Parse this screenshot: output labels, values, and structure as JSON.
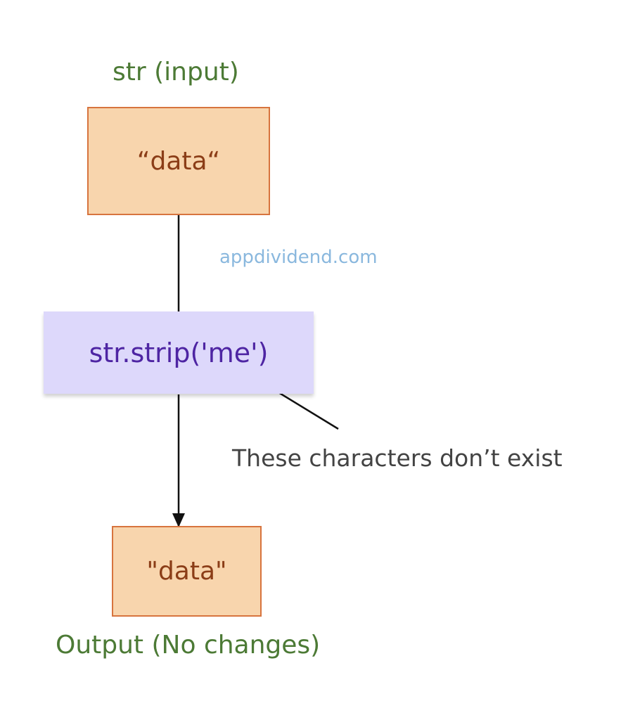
{
  "diagram": {
    "input_label": "str (input)",
    "input_box_text": "“data“",
    "watermark": "appdividend.com",
    "operation_box_text": "str.strip('me')",
    "annotation_text": "These characters don’t exist",
    "output_box_text": "\"data\"",
    "output_label": "Output (No changes)",
    "colors": {
      "label_green": "#4c7a35",
      "orange_fill": "#f8d5ad",
      "orange_border": "#d7743e",
      "orange_text": "#8b3d17",
      "purple_fill": "#ddd8fb",
      "purple_text": "#4e25a3",
      "watermark_blue": "#8ab8de",
      "annotation_gray": "#434343"
    }
  }
}
